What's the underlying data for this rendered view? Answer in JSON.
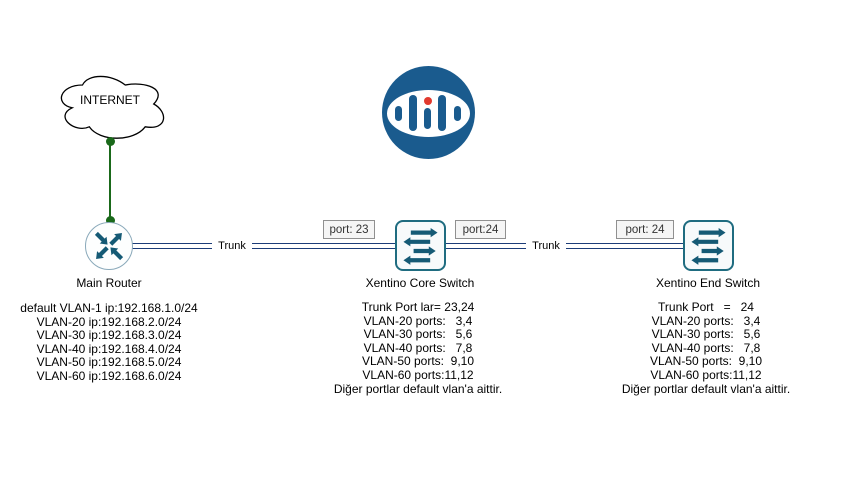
{
  "colors": {
    "trunk_link": "#1c3c78",
    "wan_link_green": "#1a691a",
    "device_stroke_teal": "#1f6c80",
    "device_arrow_teal": "#155a75",
    "router_stroke": "#8aa9ba",
    "logo_blue": "#1a5b8e",
    "logo_red": "#e23a2e",
    "port_box_bg": "#f5f5f5",
    "port_box_border": "#909090"
  },
  "cloud": {
    "label": "INTERNET"
  },
  "trunk_labels": [
    "Trunk",
    "Trunk"
  ],
  "port_labels": {
    "core_left": "port: 23",
    "core_right": "port:24",
    "end_left": "port: 24"
  },
  "devices": {
    "router": {
      "label": "Main Router",
      "notes": [
        "default VLAN-1 ip:192.168.1.0/24",
        "VLAN-20 ip:192.168.2.0/24",
        "VLAN-30 ip:192.168.3.0/24",
        "VLAN-40 ip:192.168.4.0/24",
        "VLAN-50 ip:192.168.5.0/24",
        "VLAN-60 ip:192.168.6.0/24"
      ]
    },
    "core_switch": {
      "label": "Xentino Core Switch",
      "notes": [
        "Trunk Port lar= 23,24",
        "VLAN-20 ports:   3,4",
        "VLAN-30 ports:   5,6",
        "VLAN-40 ports:   7,8",
        "VLAN-50 ports:  9,10",
        "VLAN-60 ports:11,12",
        "Diğer portlar default vlan'a aittir."
      ]
    },
    "end_switch": {
      "label": "Xentino End Switch",
      "notes": [
        "Trunk Port   =   24",
        "VLAN-20 ports:   3,4",
        "VLAN-30 ports:   5,6",
        "VLAN-40 ports:   7,8",
        "VLAN-50 ports:  9,10",
        "VLAN-60 ports:11,12",
        "Diğer portlar default vlan'a aittir."
      ]
    }
  }
}
